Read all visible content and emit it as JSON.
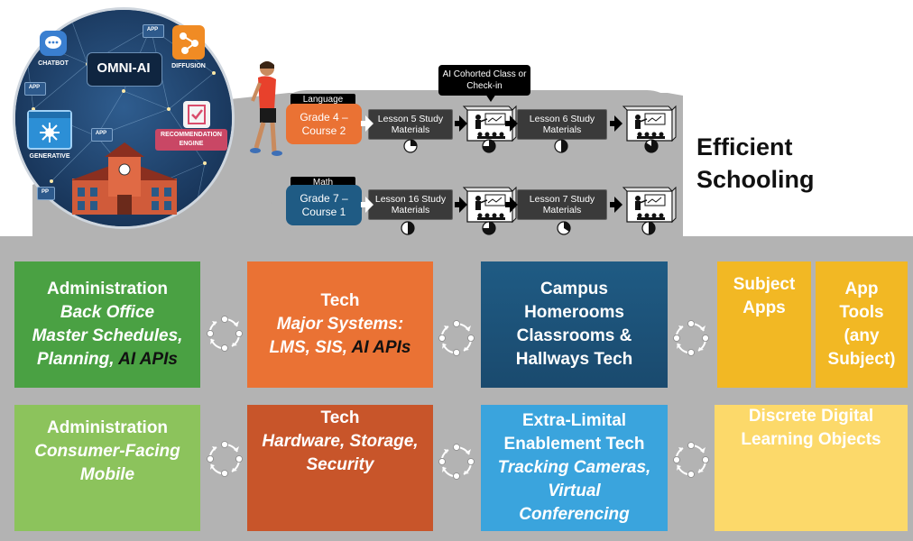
{
  "ai_circle": {
    "center_label": "OMNI-AI",
    "labels": {
      "chatbot": "CHATBOT",
      "app1": "APP",
      "app2": "APP",
      "app3": "APP",
      "app4": "PP",
      "diffusion": "DIFFUSION",
      "generative": "GENERATIVE",
      "recommendation": "RECOMMENDATION ENGINE"
    }
  },
  "flow": {
    "callout": "AI Cohorted Class or Check-in",
    "rows": [
      {
        "subject": "Language",
        "course": "Grade 4 – Course 2",
        "lesson_a": "Lesson 5 Study Materials",
        "lesson_b": "Lesson 6 Study Materials"
      },
      {
        "subject": "Math",
        "course": "Grade 7 – Course 1",
        "lesson_a": "Lesson 16 Study Materials",
        "lesson_b": "Lesson 7 Study Materials"
      }
    ]
  },
  "heading": {
    "line1": "Efficient",
    "line2": "Schooling"
  },
  "tiles": {
    "admin_back": {
      "title": "Administration",
      "l1": "Back Office",
      "l2": "Master Schedules,",
      "l3a": "Planning, ",
      "l3b": "AI APIs"
    },
    "tech_major": {
      "title": "Tech",
      "l1": "Major Systems:",
      "l2a": "LMS, SIS, ",
      "l2b": "AI APIs"
    },
    "campus": {
      "l1": "Campus",
      "l2": "Homerooms",
      "l3": "Classrooms &",
      "l4": "Hallways Tech"
    },
    "subject_apps": {
      "l1": "Subject",
      "l2": "Apps"
    },
    "app_tools": {
      "l1": "App",
      "l2": "Tools",
      "l3": "(any",
      "l4": "Subject)"
    },
    "admin_consumer": {
      "title": "Administration",
      "l1": "Consumer-Facing",
      "l2": "Mobile"
    },
    "tech_hardware": {
      "title": "Tech",
      "l1": "Hardware, Storage,",
      "l2": "Security"
    },
    "extra": {
      "l1": "Extra-Limital",
      "l2": "Enablement Tech",
      "l3": "Tracking Cameras,",
      "l4": "Virtual",
      "l5": "Conferencing"
    },
    "discrete": {
      "l1": "Discrete Digital",
      "l2": "Learning Objects"
    }
  },
  "colors": {
    "green_dark": "#4aa143",
    "green_light": "#8cc35c",
    "orange": "#ea7234",
    "orange_dark": "#c8552a",
    "blue_dark": "#1f5b84",
    "blue_light": "#3aa4dd",
    "gold": "#f2b824",
    "yellow_light": "#fcd96a",
    "gray_band": "#b3b3b3"
  }
}
